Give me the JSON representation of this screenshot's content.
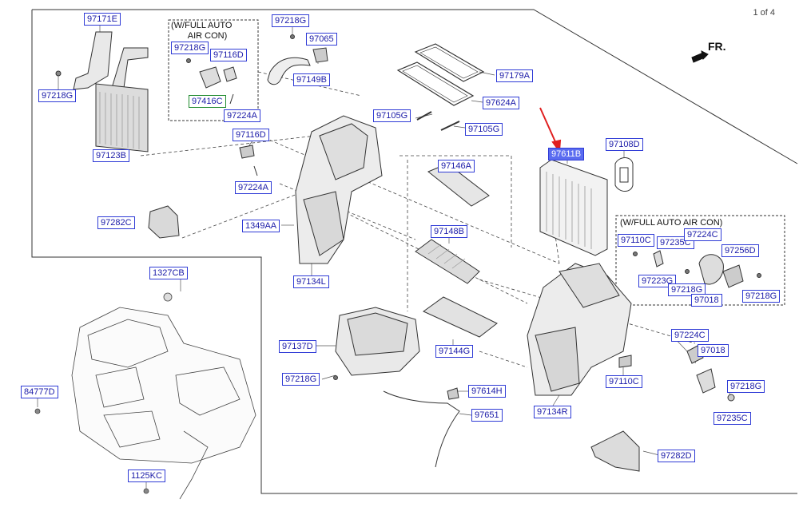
{
  "page": {
    "indicator": "1 of 4"
  },
  "direction": {
    "label": "FR."
  },
  "groups": {
    "full_auto_top": "(W/FULL AUTO\n       AIR CON)",
    "full_auto_right": "(W/FULL AUTO AIR CON)"
  },
  "colors": {
    "label_border": "#2f3bd6",
    "label_text": "#1a1aa8",
    "selected_fill": "#5a6cf0",
    "highlight_arrow": "#e02020",
    "alt_border": "#1f8a2e"
  },
  "selected_part": "97611B",
  "labels": {
    "l01": "97171E",
    "l02": "97218G",
    "l03": "97123B",
    "l04": "97218G",
    "l05": "97116D",
    "l06": "97416C",
    "l07": "97224A",
    "l08": "97218G",
    "l09": "97065",
    "l10": "97149B",
    "l11": "97179A",
    "l12": "97624A",
    "l13": "97105G",
    "l14": "97105G",
    "l15": "97116D",
    "l16": "97224A",
    "l17": "97282C",
    "l18": "1349AA",
    "l19": "97146A",
    "l20": "97134L",
    "l21": "97148B",
    "l22": "97611B",
    "l23": "97108D",
    "l24": "97110C",
    "l25": "97235C",
    "l26": "97224C",
    "l27": "97256D",
    "l28": "97223G",
    "l29": "97218G",
    "l30": "97018",
    "l31": "97218G",
    "l32": "1327CB",
    "l33": "97137D",
    "l34": "97144G",
    "l35": "97218G",
    "l36": "97614H",
    "l37": "97651",
    "l38": "97134R",
    "l39": "97110C",
    "l40": "97224C",
    "l41": "97018",
    "l42": "97218G",
    "l43": "97235C",
    "l44": "97282D",
    "l45": "84777D",
    "l46": "1125KC"
  }
}
